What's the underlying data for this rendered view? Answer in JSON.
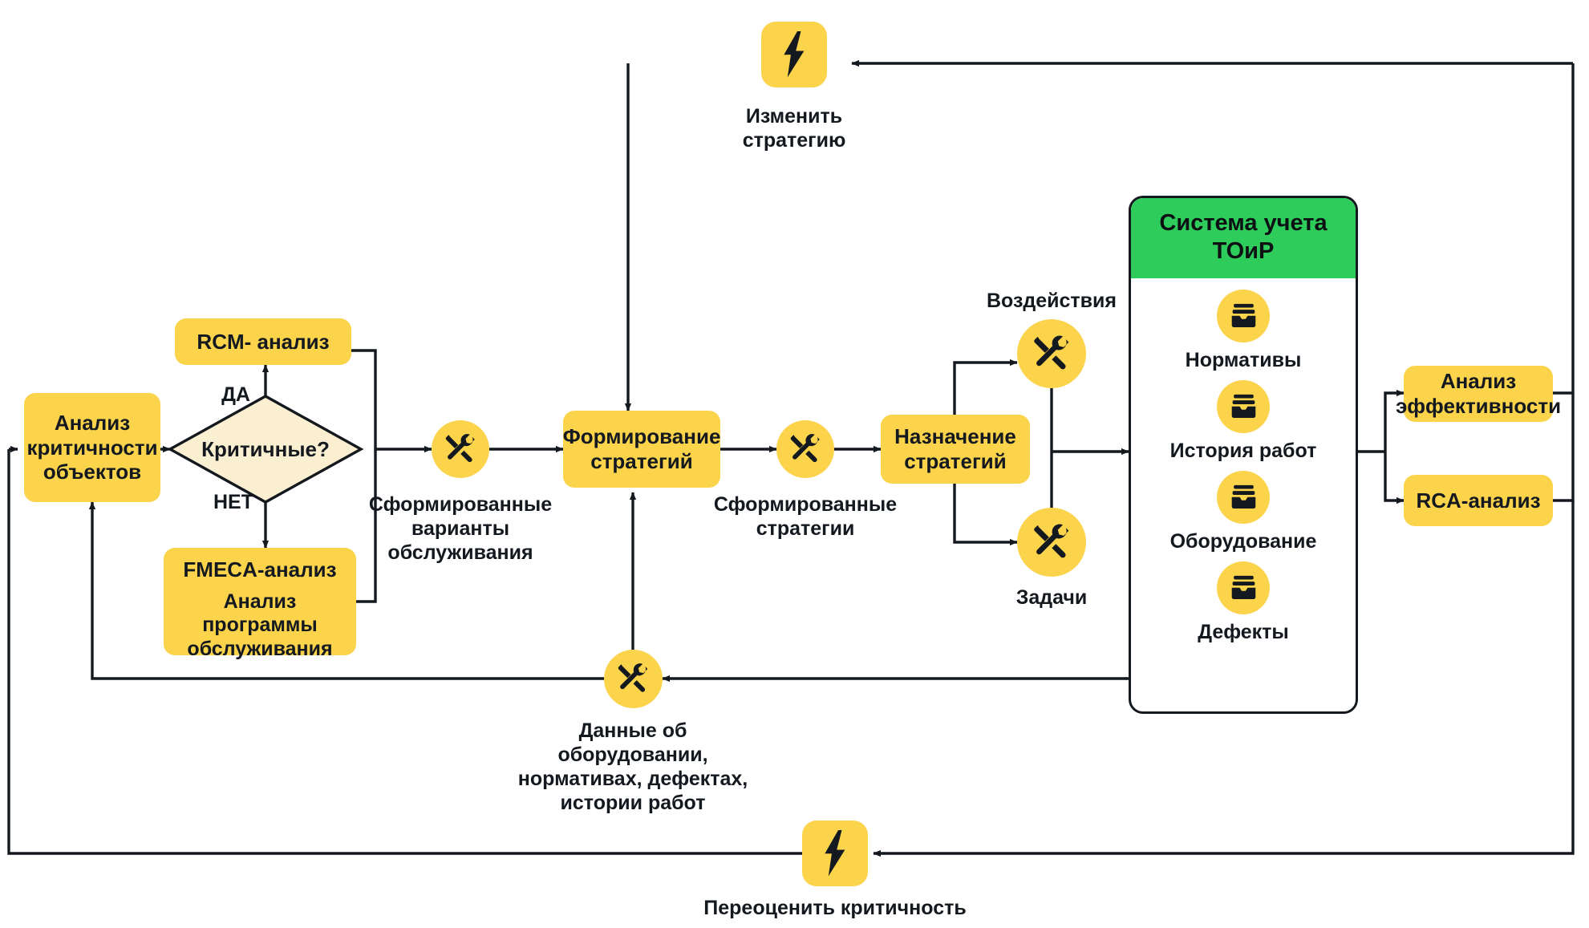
{
  "diagram": {
    "title": "Процесс управления стратегиями ТОиР",
    "colors": {
      "yellow": "#FBD44C",
      "green": "#2ECC5A",
      "diamond_fill": "#FBEFD2",
      "ink": "#14181F",
      "background": "#FFFFFF"
    },
    "nodes": {
      "criticality_analysis": {
        "label": "Анализ\nкритичности\nобъектов"
      },
      "critical_decision": {
        "label": "Критичные?"
      },
      "rcm": {
        "label": "RCM- анализ"
      },
      "fmeca": {
        "line1": "FMECA-анализ",
        "line2": "Анализ\nпрограммы\nобслуживания"
      },
      "strategy_forming": {
        "label": "Формирование\nстратегий"
      },
      "strategy_assignment": {
        "label": "Назначение\nстратегий"
      },
      "effectiveness_analysis": {
        "label": "Анализ\nэффективности"
      },
      "rca": {
        "label": "RCA-анализ"
      }
    },
    "edge_labels": {
      "yes": "ДА",
      "no": "НЕТ"
    },
    "artifacts": {
      "formed_options": {
        "icon": "tool-icon",
        "label": "Сформированные\nварианты\nобслуживания"
      },
      "formed_strategies": {
        "icon": "tool-icon",
        "label": "Сформированные\nстратегии"
      },
      "actions": {
        "icon": "tool-icon",
        "label": "Воздействия"
      },
      "tasks": {
        "icon": "tool-icon",
        "label": "Задачи"
      },
      "equipment_data": {
        "icon": "tool-icon",
        "label": "Данные об\nоборудовании,\nнормативах, дефектах,\nистории работ"
      },
      "change_strategy": {
        "icon": "bolt-icon",
        "label": "Изменить\nстратегию"
      },
      "reassess_criticality": {
        "icon": "bolt-icon",
        "label": "Переоценить критичность"
      }
    },
    "system_panel": {
      "title": "Система учета\nТОиР",
      "items": [
        {
          "icon": "tray-icon",
          "label": "Нормативы"
        },
        {
          "icon": "tray-icon",
          "label": "История работ"
        },
        {
          "icon": "tray-icon",
          "label": "Оборудование"
        },
        {
          "icon": "tray-icon",
          "label": "Дефекты"
        }
      ]
    }
  }
}
